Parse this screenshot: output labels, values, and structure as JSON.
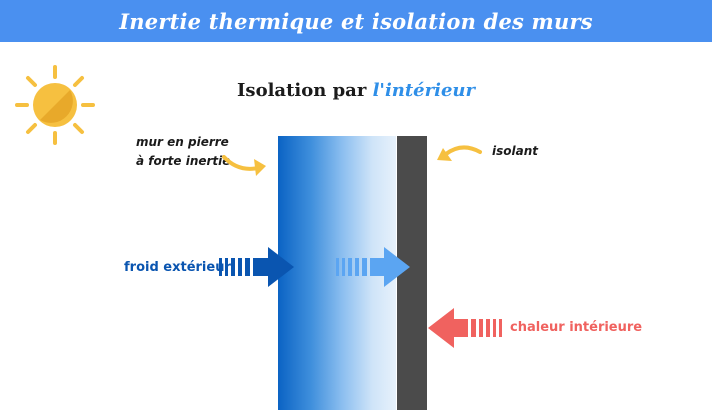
{
  "banner": {
    "title": "Inertie thermique et isolation des murs"
  },
  "subtitle": {
    "prefix": "Isolation par ",
    "highlight": "l'intérieur"
  },
  "labels": {
    "stone_wall_line1": "mur en pierre",
    "stone_wall_line2": "à forte inertie",
    "insulation": "isolant",
    "outside_cold": "froid extérieur",
    "inside_heat": "chaleur intérieure"
  },
  "colors": {
    "banner": "#4a90f0",
    "accent_text": "#2f8fe8",
    "cold_arrow": "#0a55b0",
    "cold_arrow_light": "#5ba5f2",
    "heat_arrow": "#f0625f",
    "insulation": "#4b4b4b",
    "pointer_arrows": "#f6c040",
    "sun": "#f6c040"
  },
  "icons": [
    "sun-icon",
    "curved-arrow-icon",
    "striped-arrow-icon"
  ]
}
